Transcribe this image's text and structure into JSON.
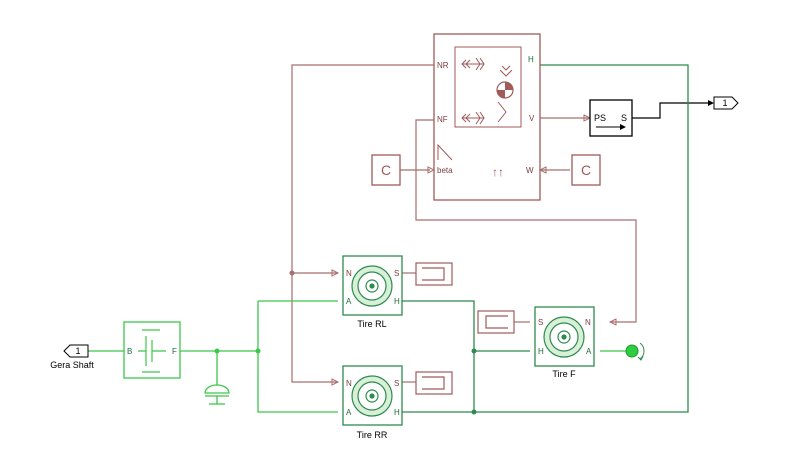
{
  "colors": {
    "mech": "#2e8b4f",
    "mech_light": "#5ccf63",
    "signal": "#b07a7a",
    "physical": "#a05a5a",
    "block_fill": "#ffffff",
    "tire_fill": "#e8f5e8",
    "ps_fill": "#ffffff",
    "conn_dot": "#2ecc40"
  },
  "inport": {
    "number": "1",
    "label": "Gera Shaft"
  },
  "outport": {
    "number": "1"
  },
  "gear_block": {
    "port_b": "B",
    "port_f": "F"
  },
  "vehicle_block": {
    "ports": {
      "nr": "NR",
      "nf": "NF",
      "beta": "beta",
      "h": "H",
      "v": "V",
      "w": "W"
    }
  },
  "ps_converter": {
    "port_in": "PS",
    "port_out": "S"
  },
  "constants": [
    {
      "label": "C"
    },
    {
      "label": "C"
    }
  ],
  "tires": [
    {
      "name": "Tire RL",
      "port_n": "N",
      "port_s": "S",
      "port_a": "A",
      "port_h": "H"
    },
    {
      "name": "Tire RR",
      "port_n": "N",
      "port_s": "S",
      "port_a": "A",
      "port_h": "H"
    },
    {
      "name": "Tire F",
      "port_n": "N",
      "port_s": "S",
      "port_a": "A",
      "port_h": "H"
    }
  ]
}
